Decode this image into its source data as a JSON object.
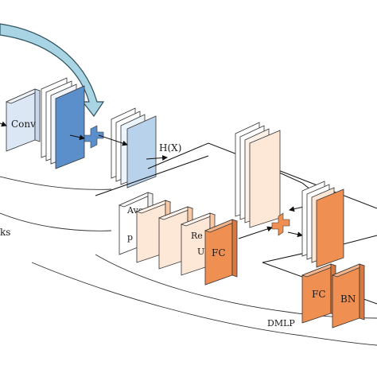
{
  "labels": {
    "conv": "Conv",
    "hx": "H(X)",
    "aver": "Aver",
    "pe": "p",
    "re": "Re",
    "u": "U",
    "fc_left": "FC",
    "fc_right": "FC",
    "bn": "BN",
    "ks": "ks",
    "dmlp": "DMLP"
  },
  "colors": {
    "blue_light": "#dbe7f5",
    "blue_mid": "#b9d2ec",
    "blue_dark": "#5b8fcb",
    "orange_light": "#fde7d6",
    "orange_mid": "#f9c9a6",
    "orange_dark": "#ef8f52",
    "arrow_teal": "#a8d4e4"
  }
}
